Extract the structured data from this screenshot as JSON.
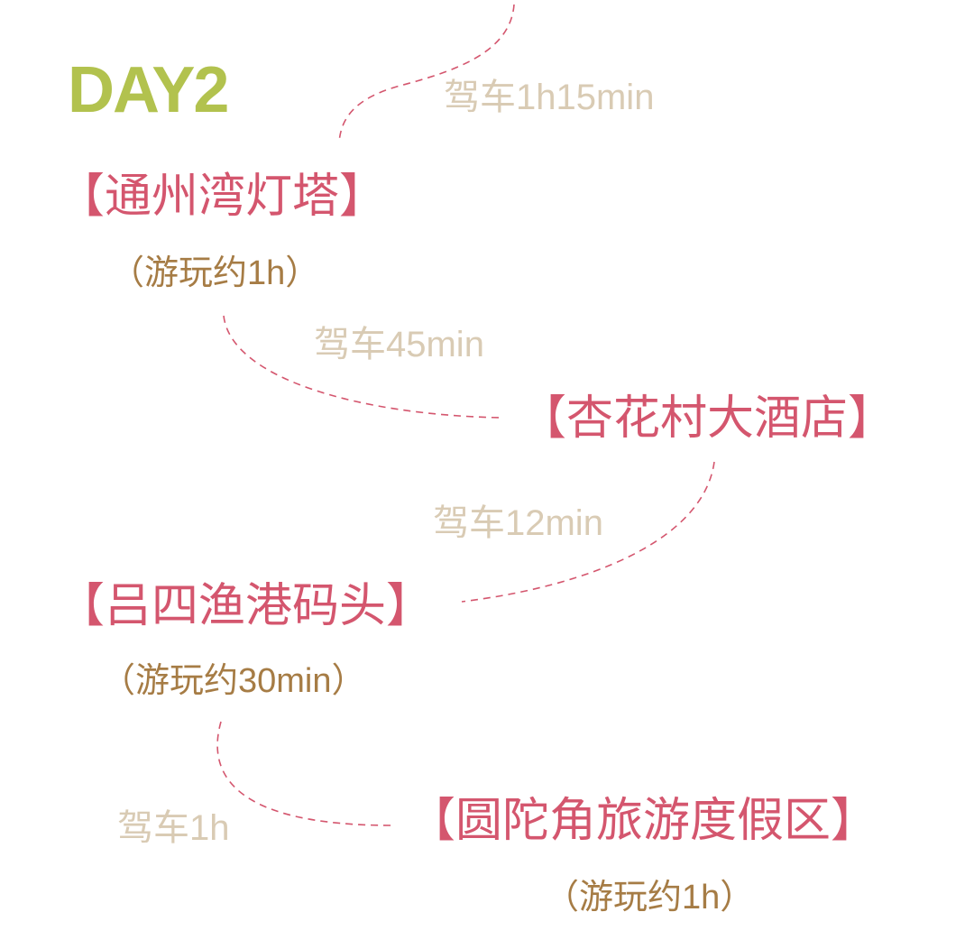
{
  "colors": {
    "day": "#b2c24e",
    "title": "#d4566e",
    "sub": "#a67c45",
    "drive": "#d9cbb4",
    "route": "#d4566e"
  },
  "day_label": "DAY2",
  "stops": [
    {
      "name": "【通州湾灯塔】",
      "duration": "（游玩约1h）"
    },
    {
      "name": "【杏花村大酒店】"
    },
    {
      "name": "【吕四渔港码头】",
      "duration": "（游玩约30min）"
    },
    {
      "name": "【圆陀角旅游度假区】",
      "duration": "（游玩约1h）"
    }
  ],
  "drives": [
    "驾车1h15min",
    "驾车45min",
    "驾车12min",
    "驾车1h"
  ]
}
